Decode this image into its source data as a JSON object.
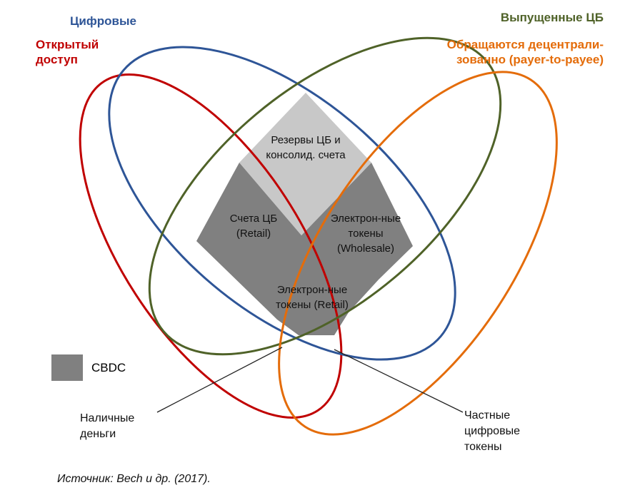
{
  "title": "",
  "labels": {
    "digital": "Цифровые",
    "open_access": "Открытый доступ",
    "issued_cb": "Выпущенные ЦБ",
    "decentral": "Обращаются децентрали-зованно (payer-to-payee)"
  },
  "regions": {
    "reserves": "Резервы ЦБ и консолид. счета",
    "accounts_retail": "Счета ЦБ (Retail)",
    "tokens_wholesale": "Электрон-ные токены (Wholesale)",
    "tokens_retail": "Электрон-ные токены (Retail)"
  },
  "legend": {
    "cbdc": "CBDC"
  },
  "callouts": {
    "cash": "Наличные деньги",
    "private_tokens": "Частные цифровые токены"
  },
  "source": "Источник: Bech и др. (2017).",
  "colors": {
    "open_access": "#c00000",
    "digital": "#2e5597",
    "issued_cb": "#4f6228",
    "decentral": "#e46c0a",
    "light_fill": "#c8c8c8",
    "dark_fill": "#808080"
  }
}
